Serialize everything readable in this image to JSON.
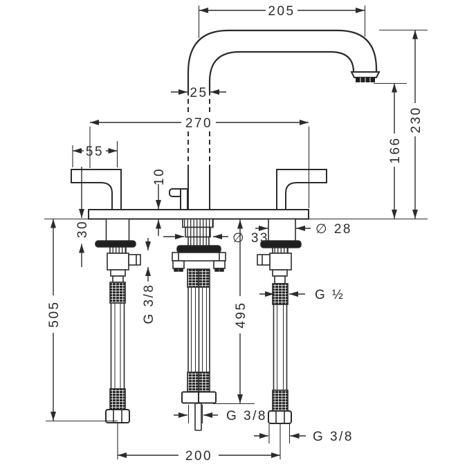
{
  "page": {
    "background": "#ffffff",
    "line_color": "#2b2b2b"
  },
  "drawing": {
    "name": "basin-mixer-dimensional-drawing"
  },
  "dims": {
    "spout_reach": "205",
    "spout_body_width": "25",
    "base_plate_length": "270",
    "handle_length": "55",
    "total_height": "230",
    "spout_height": "166",
    "plate_thickness": "10",
    "mounting_depth": "30",
    "cartridge_dia": "∅ 33",
    "valve_dia": "∅ 28",
    "left_hose_thread": "G 3/8",
    "right_hose_thread": "G ½",
    "left_hose_length": "505",
    "center_hose_length": "495",
    "center_bottom_thread": "G 3/8",
    "right_bottom_thread": "G 3/8",
    "hole_spacing": "200"
  }
}
